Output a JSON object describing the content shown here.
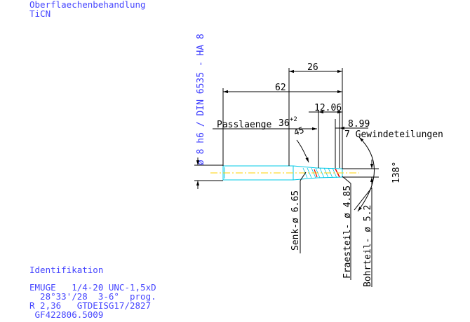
{
  "surface": {
    "header_line1": "Oberflaechenbehandlung",
    "header_line2": "TiCN"
  },
  "drawing": {
    "vertical_label": "ø 8 h6 / DIN 6535 - HA 8",
    "dim_26": "26",
    "dim_62": "62",
    "dim_1206": "12.06",
    "passlaenge": "Passlaenge",
    "dim_36": "36",
    "dim_36_tol": "+2",
    "dim_45": "45",
    "dim_899": "8.99",
    "gewinde": "7 Gewindeteilungen",
    "angle_138": "138°",
    "senk": "Senk-ø 6.65",
    "fraesteil": "Fraesteil- ø 4.85",
    "bohrteil": "Bohrteil- ø 5.2"
  },
  "identification": {
    "heading": "Identifikation",
    "lines": [
      "EMUGE   1/4-20 UNC-1,5xD",
      "  28°33'/28  3-6°  prog.",
      "R 2,36   GTDEISG17/2827",
      " GF422806.5009"
    ]
  },
  "colors": {
    "blue_text": "#4646ff",
    "black_lines": "#000000",
    "cyan_tool": "#00c8e6",
    "yellow_axis": "#ffd200",
    "red_mark": "#e60000",
    "background": "#ffffff"
  }
}
